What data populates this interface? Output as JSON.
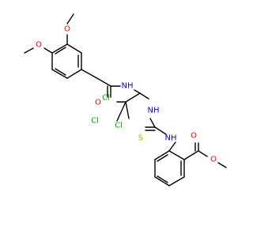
{
  "molecule": {
    "atoms": [
      {
        "id": "o_meo_top",
        "label": "O",
        "element": "O"
      },
      {
        "id": "o_meo_left",
        "label": "O",
        "element": "O"
      },
      {
        "id": "o_amide",
        "label": "O",
        "element": "O"
      },
      {
        "id": "n_amide",
        "label": "NH",
        "element": "N"
      },
      {
        "id": "cl_1",
        "label": "Cl",
        "element": "Cl"
      },
      {
        "id": "cl_2",
        "label": "Cl",
        "element": "Cl"
      },
      {
        "id": "cl_3",
        "label": "Cl",
        "element": "Cl"
      },
      {
        "id": "n_thio_1",
        "label": "NH",
        "element": "N"
      },
      {
        "id": "s_thio",
        "label": "S",
        "element": "S"
      },
      {
        "id": "n_thio_2",
        "label": "NH",
        "element": "N"
      },
      {
        "id": "o_ester_carbonyl",
        "label": "O",
        "element": "O"
      },
      {
        "id": "o_ester",
        "label": "O",
        "element": "O"
      }
    ],
    "element_colors": {
      "O": "#ff0000",
      "N": "#0000ff",
      "S": "#b2b200",
      "Cl": "#00b200",
      "bond": "#000000"
    }
  }
}
